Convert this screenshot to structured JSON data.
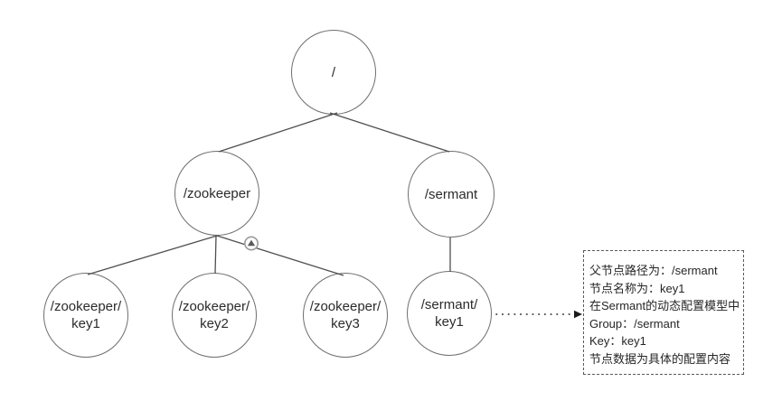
{
  "diagram": {
    "nodes": {
      "root": {
        "label": "/"
      },
      "zookeeper": {
        "label": "/zookeeper"
      },
      "sermant": {
        "label": "/sermant"
      },
      "zookeeper_key1": {
        "label": "/zookeeper/\nkey1"
      },
      "zookeeper_key2": {
        "label": "/zookeeper/\nkey2"
      },
      "zookeeper_key3": {
        "label": "/zookeeper/\nkey3"
      },
      "sermant_key1": {
        "label": "/sermant/\nkey1"
      }
    },
    "annotation": {
      "lines": [
        "父节点路径为：/sermant",
        "节点名称为：key1",
        "在Sermant的动态配置模型中",
        "Group：/sermant",
        "Key：key1",
        "节点数据为具体的配置内容"
      ]
    },
    "icons": {
      "expand_collapse": "circled-triangle-up-icon",
      "arrowhead": "right-arrowhead-icon"
    },
    "colors": {
      "background": "#ffffff",
      "node_stroke": "#6e6e6e",
      "edge": "#4f4f4f",
      "node_text": "#2b2b2b",
      "annotation_text": "#262626",
      "annotation_border": "#595959",
      "arrow": "#1a1a1a",
      "expand_icon_stroke": "#9b9b9b",
      "expand_icon_fill": "#5a5a5a"
    }
  }
}
